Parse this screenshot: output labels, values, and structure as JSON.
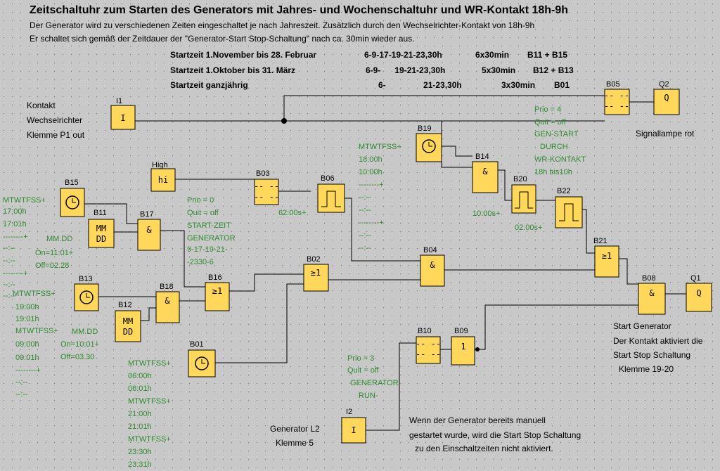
{
  "header": {
    "title": "Zeitschaltuhr zum Starten des Generators mit Jahres- und Wochenschaltuhr und WR-Kontakt 18h-9h",
    "desc1": "Der Generator wird zu verschiedenen Zeiten eingeschaltet je nach Jahreszeit. Zusätzlich durch den Wechselrichter-Kontakt von 18h-9h",
    "desc2": "Er schaltet sich gemäß der Zeitdauer der \"Generator-Start Stop-Schaltung\" nach ca. 30min wieder aus.",
    "rows": [
      {
        "label": "Startzeit 1.November bis 28. Februar",
        "times": "6-9-17-19-21-23,30h",
        "dur": "6x30min",
        "blocks": "B11 + B15"
      },
      {
        "label": "Startzeit 1.Oktober bis 31. März",
        "times": "6-9-      19-21-23,30h",
        "dur": "5x30min",
        "blocks": "B12 + B13"
      },
      {
        "label": "Startzeit ganzjährig",
        "times": "6-                21-23,30h",
        "dur": "3x30min",
        "blocks": "B01"
      }
    ]
  },
  "notes": {
    "kontakt": [
      "Kontakt",
      "Wechselrichter",
      "Klemme P1 out"
    ],
    "signal": "Signallampe rot",
    "start": [
      "Start  Generator",
      "Der Kontakt aktiviert die",
      "Start Stop Schaltung",
      "Klemme 19-20"
    ],
    "gen": [
      "Generator L2",
      "Klemme 5"
    ],
    "manual": [
      "Wenn der Generator bereits manuell",
      "gestartet wurde, wird die Start Stop Schaltung",
      "zu den Einschaltzeiten nicht aktiviert."
    ]
  },
  "blocks": {
    "I1": {
      "name": "I1",
      "sym": "I"
    },
    "I2": {
      "name": "I2",
      "sym": "I"
    },
    "High": {
      "name": "High",
      "sym": "hi"
    },
    "B15": {
      "name": "B15"
    },
    "B11": {
      "name": "B11",
      "sym1": "MM",
      "sym2": "DD"
    },
    "B17": {
      "name": "B17",
      "sym": "&"
    },
    "B13": {
      "name": "B13"
    },
    "B12": {
      "name": "B12",
      "sym1": "MM",
      "sym2": "DD"
    },
    "B18": {
      "name": "B18",
      "sym": "&"
    },
    "B16": {
      "name": "B16",
      "sym": "≥1"
    },
    "B01": {
      "name": "B01"
    },
    "B03": {
      "name": "B03"
    },
    "B06": {
      "name": "B06"
    },
    "B02": {
      "name": "B02",
      "sym": "≥1"
    },
    "B04": {
      "name": "B04",
      "sym": "&"
    },
    "B19": {
      "name": "B19"
    },
    "B14": {
      "name": "B14",
      "sym": "&"
    },
    "B20": {
      "name": "B20"
    },
    "B22": {
      "name": "B22"
    },
    "B21": {
      "name": "B21",
      "sym": "≥1"
    },
    "B05": {
      "name": "B05"
    },
    "Q2": {
      "name": "Q2",
      "sym": "Q"
    },
    "B08": {
      "name": "B08",
      "sym": "&"
    },
    "Q1": {
      "name": "Q1",
      "sym": "Q"
    },
    "B10": {
      "name": "B10"
    },
    "B09": {
      "name": "B09",
      "sym": "1"
    }
  },
  "params": {
    "b15": [
      "MTWTFSS+",
      "17:00h",
      "17:01h",
      "--------+",
      "--:--",
      "--:--",
      "--------+",
      "--:--",
      "--:--"
    ],
    "b11": [
      "MM.DD",
      "On=11:01+",
      "Off=02.28"
    ],
    "b13": [
      "MTWTFSS+",
      "19:00h",
      "19:01h",
      "MTWTFSS+",
      "09:00h",
      "09:01h",
      "--------+",
      "--:--",
      "--:--"
    ],
    "b12": [
      "MM.DD",
      "On=10:01+",
      "Off=03.30"
    ],
    "b01": [
      "MTWTFSS+",
      "06:00h",
      "06:01h",
      "MTWTFSS+",
      "21:00h",
      "21:01h",
      "MTWTFSS+",
      "23:30h",
      "23:31h"
    ],
    "b03": [
      "Prio = 0",
      "Quit = off",
      "START-ZEIT",
      "GENERATOR",
      "9-17-19-21-",
      "-2330-6"
    ],
    "b06": "62:00s+",
    "b19": [
      "MTWTFSS+",
      "18:00h",
      "10:00h",
      "--------+",
      "--:--",
      "--:--",
      "--------+",
      "--:--",
      "--:--"
    ],
    "b20": "10:00s+",
    "b22": "02:00s+",
    "b05": [
      "Prio = 4",
      "Quit = off",
      "GEN-START",
      "DURCH",
      "WR-KONTAKT",
      "18h bis10h"
    ],
    "b10": [
      "Prio = 3",
      "Quit = off",
      "GENERATOR",
      "RUN-"
    ]
  }
}
